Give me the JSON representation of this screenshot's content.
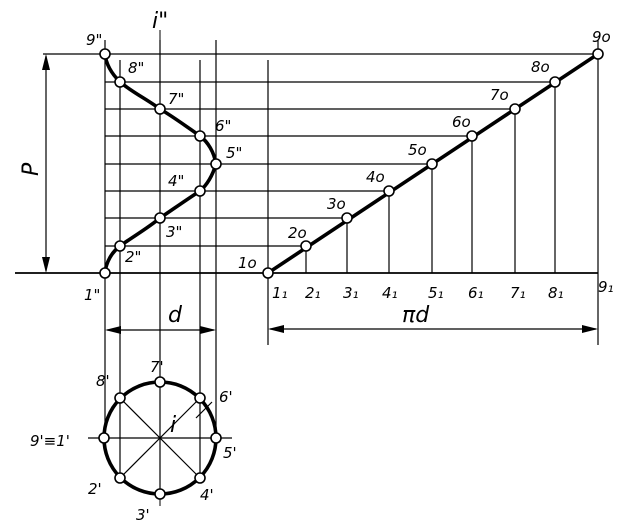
{
  "diagram": {
    "front_view_points": [
      "1\"",
      "2\"",
      "3\"",
      "4\"",
      "5\"",
      "6\"",
      "7\"",
      "8\"",
      "9\""
    ],
    "top_view_points": [
      "9'≡1'",
      "2'",
      "3'",
      "4'",
      "5'",
      "6'",
      "7'",
      "8'"
    ],
    "development_points": [
      "1o",
      "2o",
      "3o",
      "4o",
      "5o",
      "6o",
      "7o",
      "8o",
      "9o"
    ],
    "development_base_points": [
      "1₁",
      "2₁",
      "3₁",
      "4₁",
      "5₁",
      "6₁",
      "7₁",
      "8₁",
      "9₁"
    ],
    "axis_front_label": "i\"",
    "axis_top_label": "i",
    "pitch_label": "P",
    "diameter_label": "d",
    "circumference_label": "πd"
  }
}
